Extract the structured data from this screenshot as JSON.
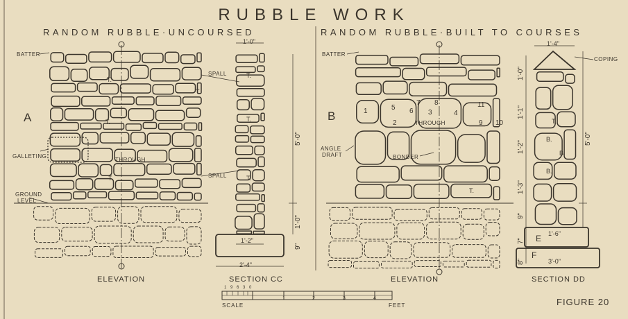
{
  "title": "RUBBLE WORK",
  "figure": "FIGURE 20",
  "panels": {
    "uncoursed": {
      "heading": "RANDOM RUBBLE·UNCOURSED",
      "letter": "A"
    },
    "coursed": {
      "heading": "RANDOM RUBBLE·BUILT TO COURSES",
      "letter": "B"
    }
  },
  "labels": {
    "batter": "BATTER",
    "galleting": "GALLETING",
    "ground": "GROUND",
    "level": "LEVEL",
    "through": "THROUGH",
    "spall": "SPALL",
    "angle": "ANGLE",
    "draft": "DRAFT",
    "bonder": "BONDER",
    "coping": "COPING",
    "t": "T.",
    "b": "B.",
    "e": "E",
    "f": "F"
  },
  "stone_numbers": [
    "1",
    "2",
    "3",
    "4",
    "5",
    "6",
    "7",
    "8",
    "9",
    "10",
    "11"
  ],
  "dims": {
    "cc_top": "1'-0\"",
    "cc_base": "1'-2\"",
    "cc_footing": "2'-4\"",
    "cc_height": "5'-0\"",
    "cc_below_ground": "1'-0\"",
    "cc_footing_depth": "9\"",
    "dd_top": "1'-4\"",
    "dd_height": "5'-0\"",
    "dd_e": "1'-6\"",
    "dd_f": "3'-0\"",
    "dd_courses": [
      "1'-0\"",
      "1'-1\"",
      "1'-2\"",
      "1'-3\"",
      "9\"",
      "7\"",
      "8\""
    ]
  },
  "captions": {
    "elevation": "ELEVATION",
    "section_cc": "SECTION CC",
    "section_dd": "SECTION DD"
  },
  "scale": {
    "label": "SCALE",
    "unit": "FEET",
    "inch_ticks": "1 9 6 3 0",
    "feet_ticks": [
      "1",
      "2",
      "3",
      "4"
    ]
  }
}
